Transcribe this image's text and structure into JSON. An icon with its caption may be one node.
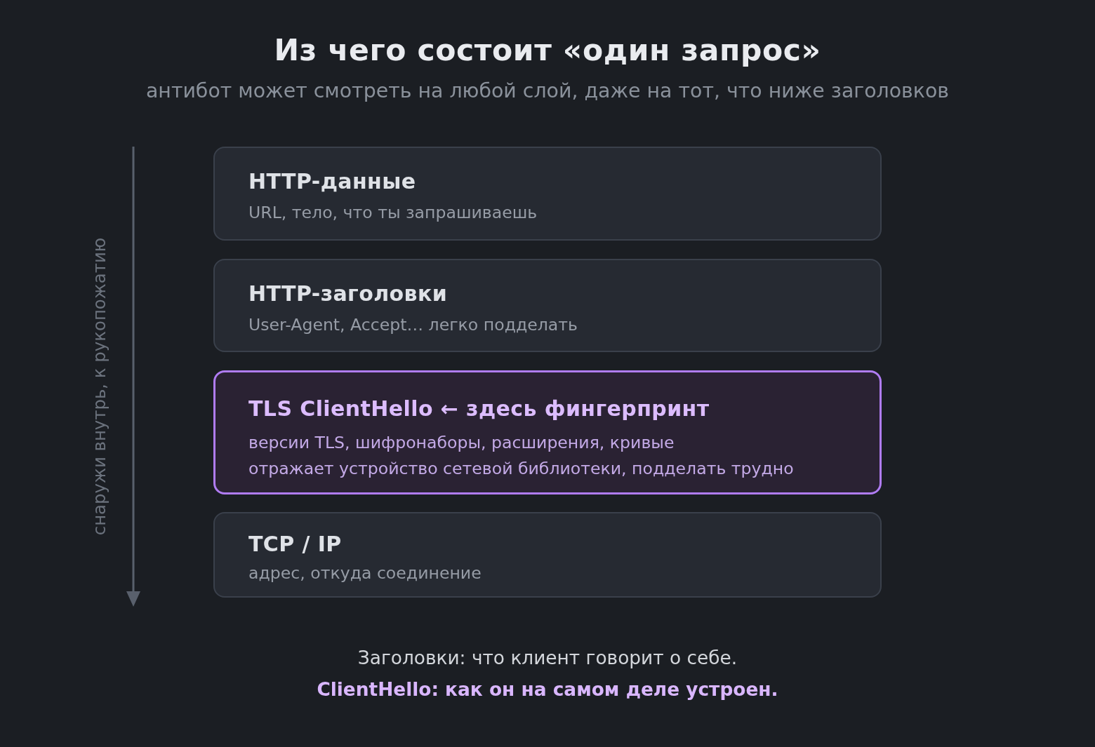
{
  "diagram": {
    "title": "Из чего состоит «один запрос»",
    "nodes": [
      {
        "text": [
          "HTTP-данные",
          "URL, тело, что ты запрашиваешь"
        ]
      },
      {
        "text": [
          "HTTP-заголовки",
          "User-Agent, Accept… легко подделать"
        ]
      },
      {
        "text": [
          "TLS ClientHello ← здесь фингерпринт",
          "версии TLS, шифронаборы, расширения, кривые",
          "отражает устройство сетевой библиотеки, подделать трудно"
        ]
      },
      {
        "text": [
          "TCP / IP",
          "адрес, откуда соединение"
        ]
      }
    ],
    "labels": [
      "антибот может смотреть на любой слой, даже на тот, что ниже заголовков",
      "снаружи внутрь, к рукопожатию",
      "Заголовки: что клиент говорит о себе.",
      "ClientHello: как он на самом деле устроен."
    ]
  }
}
